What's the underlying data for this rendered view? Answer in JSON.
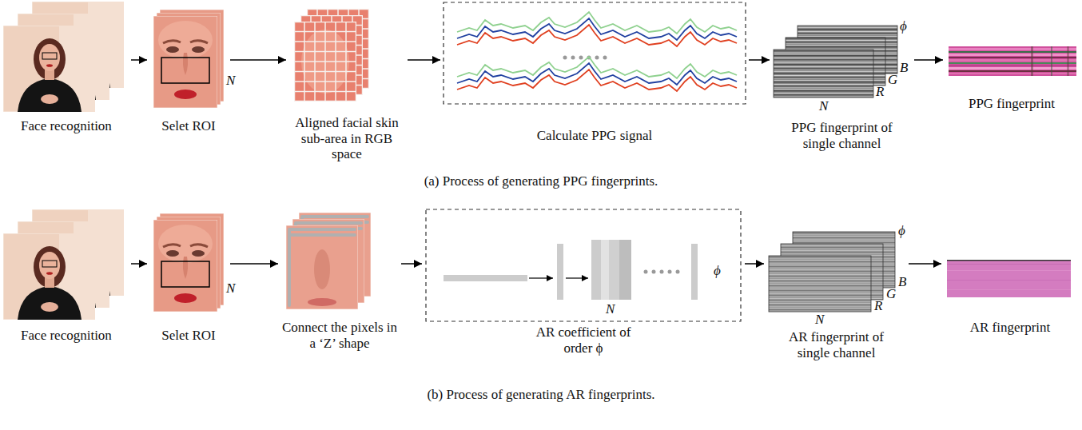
{
  "diagram": {
    "nodes": [
      {
        "text": [
          "Face recognition"
        ]
      },
      {
        "text": [
          "Selet ROI"
        ]
      },
      {
        "text": [
          "Aligned facial skin sub-area in RGB space"
        ]
      },
      {
        "text": [
          "Calculate PPG signal"
        ]
      },
      {
        "text": [
          "PPG fingerprint of single channel"
        ]
      },
      {
        "text": [
          "PPG fingerprint"
        ]
      },
      {
        "text": [
          "Face recognition"
        ]
      },
      {
        "text": [
          "Selet ROI"
        ]
      },
      {
        "text": [
          "Connect the pixels in a ‘Z’ shape"
        ]
      },
      {
        "text": [
          "AR coefficient of order ϕ"
        ]
      },
      {
        "text": [
          "AR fingerprint of single channel"
        ]
      },
      {
        "text": [
          "AR fingerprint"
        ]
      }
    ],
    "edges": [
      {
        "from": 0,
        "to": 1,
        "arrow": "to"
      },
      {
        "from": 1,
        "to": 2,
        "arrow": "to"
      },
      {
        "from": 2,
        "to": 3,
        "arrow": "to"
      },
      {
        "from": 3,
        "to": 4,
        "arrow": "to"
      },
      {
        "from": 4,
        "to": 5,
        "arrow": "to"
      },
      {
        "from": 6,
        "to": 7,
        "arrow": "to"
      },
      {
        "from": 7,
        "to": 8,
        "arrow": "to"
      },
      {
        "from": 8,
        "to": 9,
        "arrow": "to"
      },
      {
        "from": 9,
        "to": 10,
        "arrow": "to"
      },
      {
        "from": 10,
        "to": 11,
        "arrow": "to"
      }
    ],
    "labels": [
      "N",
      "ϕ",
      "N",
      "R",
      "G",
      "B",
      "(a) Process of generating PPG fingerprints.",
      "N",
      "ϕ",
      "N",
      "ϕ",
      "N",
      "R",
      "G",
      "B",
      "(b) Process of generating AR fingerprints."
    ]
  }
}
